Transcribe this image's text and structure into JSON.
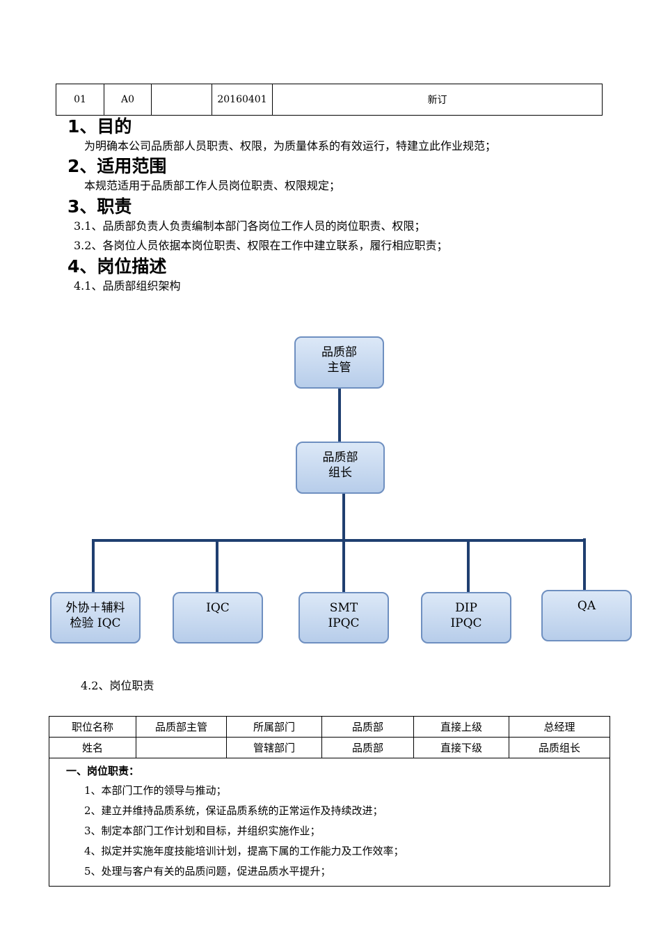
{
  "revision_row": [
    "01",
    "A0",
    "",
    "20160401",
    "新订"
  ],
  "sections": {
    "s1": {
      "heading": "1、目的",
      "text": "为明确本公司品质部人员职责、权限，为质量体系的有效运行，特建立此作业规范；"
    },
    "s2": {
      "heading": "2、适用范围",
      "text": "本规范适用于品质部工作人员岗位职责、权限规定；"
    },
    "s3": {
      "heading": "3、职责",
      "items": [
        "3.1、品质部负责人负责编制本部门各岗位工作人员的岗位职责、权限；",
        "3.2、各岗位人员依据本岗位职责、权限在工作中建立联系，履行相应职责；"
      ]
    },
    "s4": {
      "heading": "4、岗位描述",
      "sub1": "4.1、品质部组织架构",
      "sub2": "4.2、岗位职责"
    }
  },
  "org": {
    "manager": [
      "品质部",
      "主管"
    ],
    "leader": [
      "品质部",
      "组长"
    ],
    "teams": [
      [
        "外协＋辅料",
        "检验 IQC"
      ],
      [
        "IQC"
      ],
      [
        "SMT",
        "IPQC"
      ],
      [
        "DIP",
        "IPQC"
      ],
      [
        "QA"
      ]
    ]
  },
  "duty_table": {
    "row1": [
      "职位名称",
      "品质部主管",
      "所属部门",
      "品质部",
      "直接上级",
      "总经理"
    ],
    "row2": [
      "姓名",
      "",
      "管辖部门",
      "品质部",
      "直接下级",
      "品质组长"
    ],
    "duties_title": "一、岗位职责：",
    "duties": [
      "1、本部门工作的领导与推动；",
      "2、建立并维持品质系统，保证品质系统的正常运作及持续改进；",
      "3、制定本部门工作计划和目标，并组织实施作业；",
      "4、拟定并实施年度技能培训计划，提高下属的工作能力及工作效率；",
      "5、处理与客户有关的品质问题，促进品质水平提升；"
    ]
  }
}
